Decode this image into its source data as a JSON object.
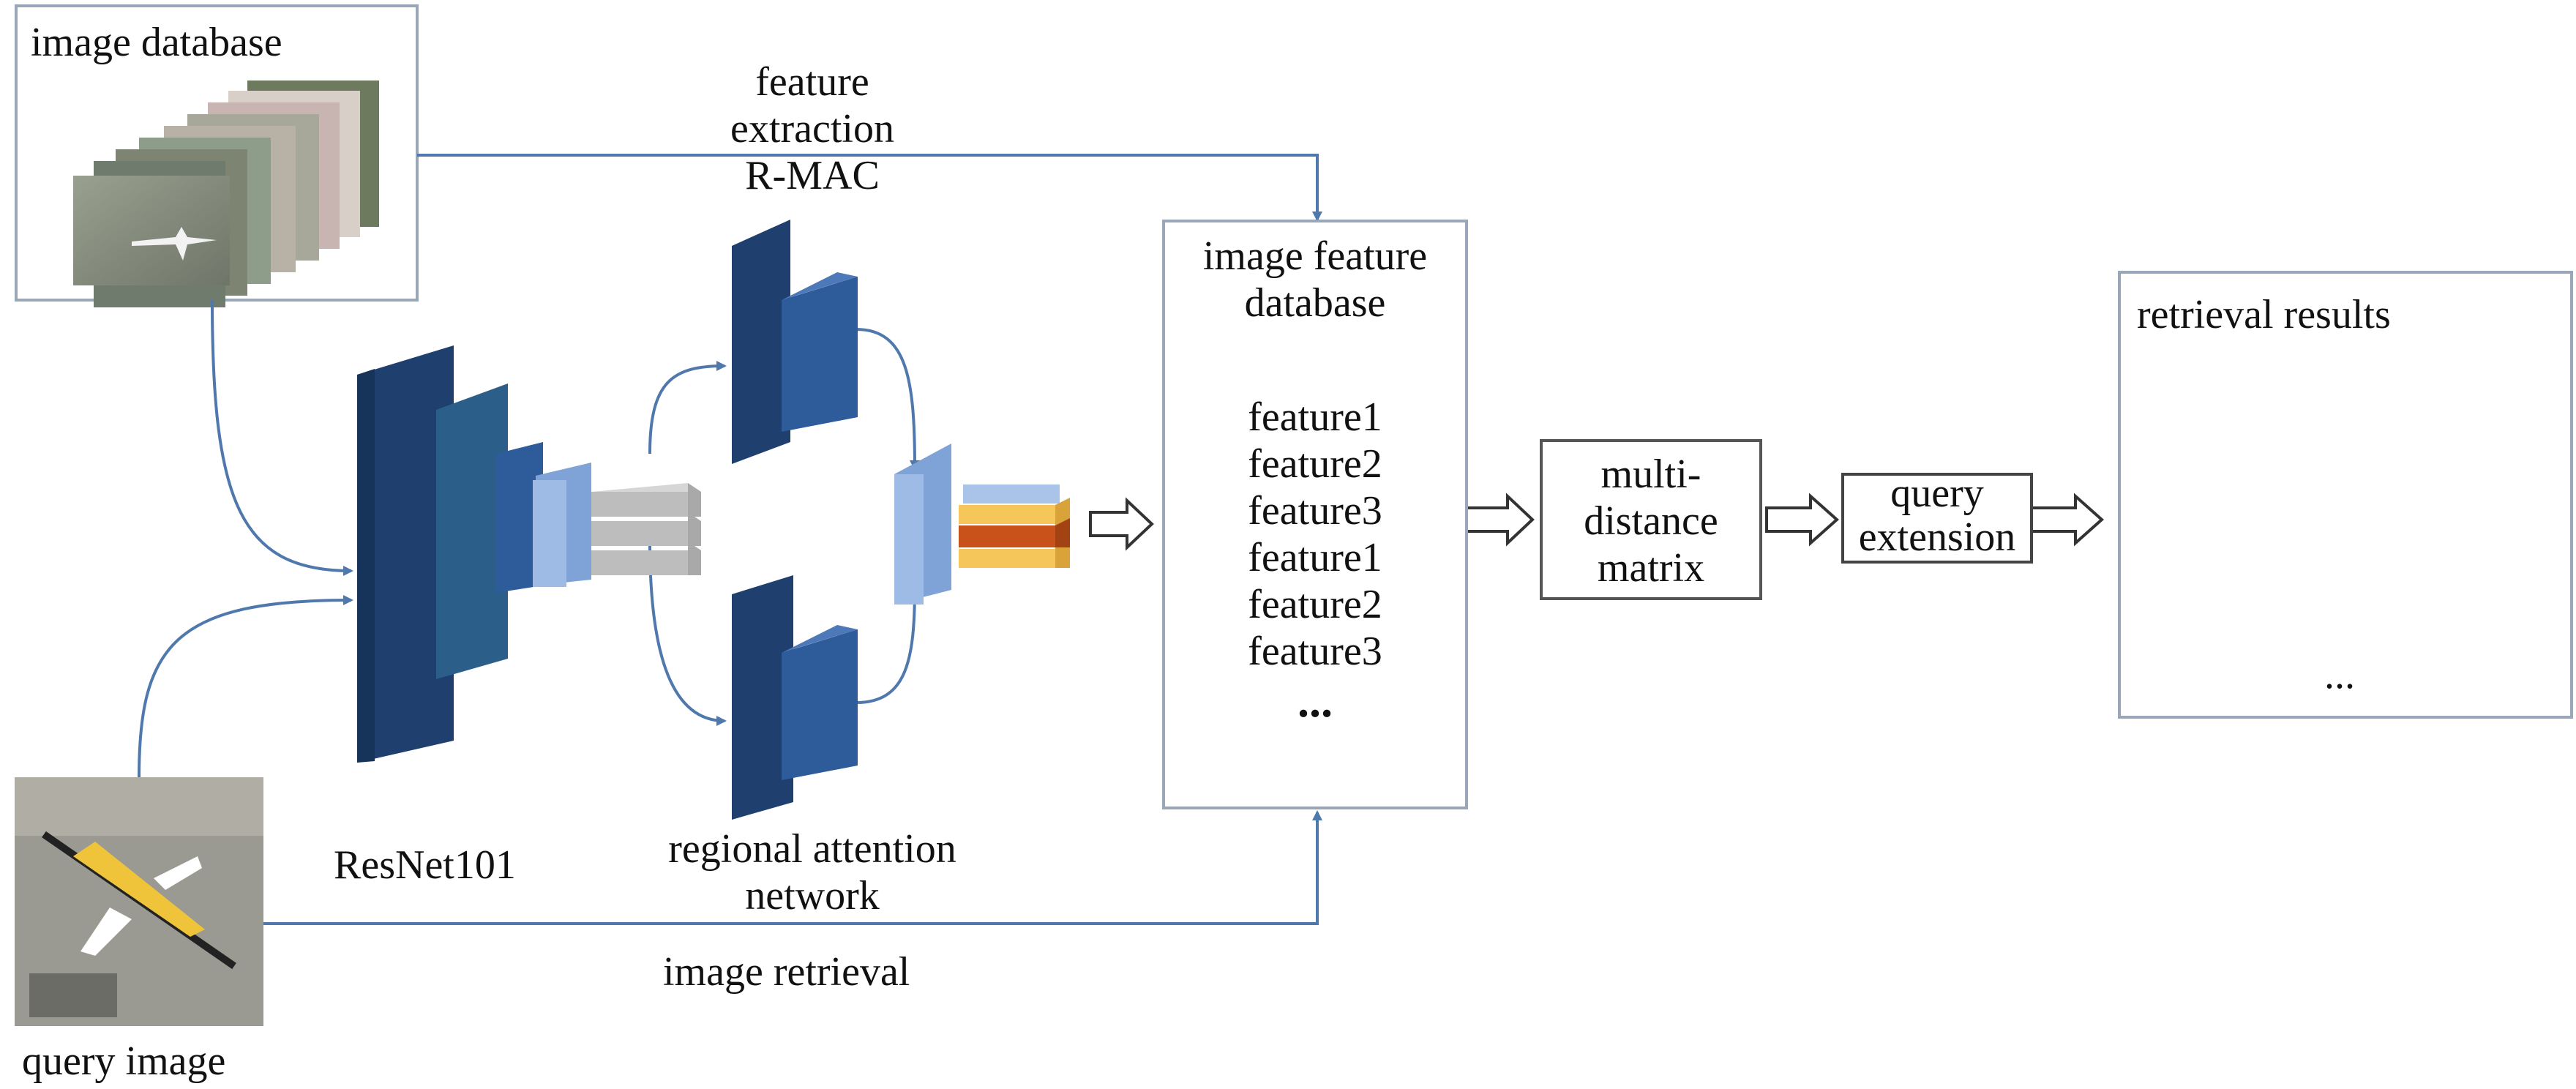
{
  "labels": {
    "image_database": "image database",
    "feature_extraction": [
      "feature",
      "extraction",
      "R-MAC"
    ],
    "image_feature_database": [
      "image feature",
      "database"
    ],
    "features": [
      "feature1",
      "feature2",
      "feature3",
      "feature1",
      "feature2",
      "feature3"
    ],
    "features_ellipsis": "...",
    "multi_distance_matrix": [
      "multi-",
      "distance",
      "matrix"
    ],
    "query_extension": [
      "query",
      "extension"
    ],
    "retrieval_results": "retrieval results",
    "results_ellipsis": "...",
    "resnet": "ResNet101",
    "regional_attention": [
      "regional attention",
      "network"
    ],
    "image_retrieval": "image retrieval",
    "query_image": "query image"
  },
  "colors": {
    "arrow_blue": "#4f78ad",
    "cnn_dark": "#1f3f6e",
    "cnn_mid": "#2e5c9a",
    "cnn_light": "#7fa3d6",
    "feature_gray": "#bdbdbd",
    "feature_yellow": "#f5c65a",
    "feature_orange": "#c9521a",
    "feature_blue": "#a9c4e8",
    "box_border": "#9aa7b8"
  }
}
